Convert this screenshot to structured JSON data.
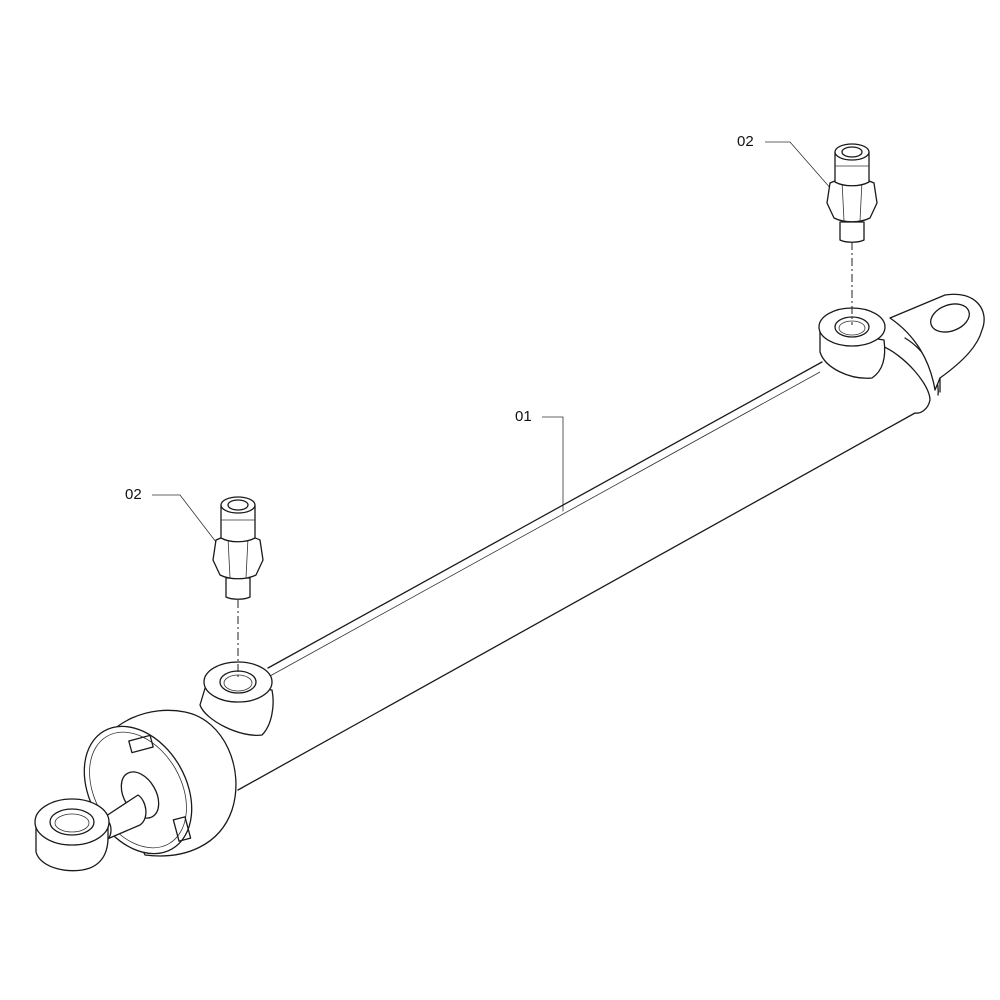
{
  "callouts": [
    {
      "id": "01",
      "part": "cylinder-body"
    },
    {
      "id": "02",
      "part": "fitting-left"
    },
    {
      "id": "02",
      "part": "fitting-right"
    }
  ]
}
